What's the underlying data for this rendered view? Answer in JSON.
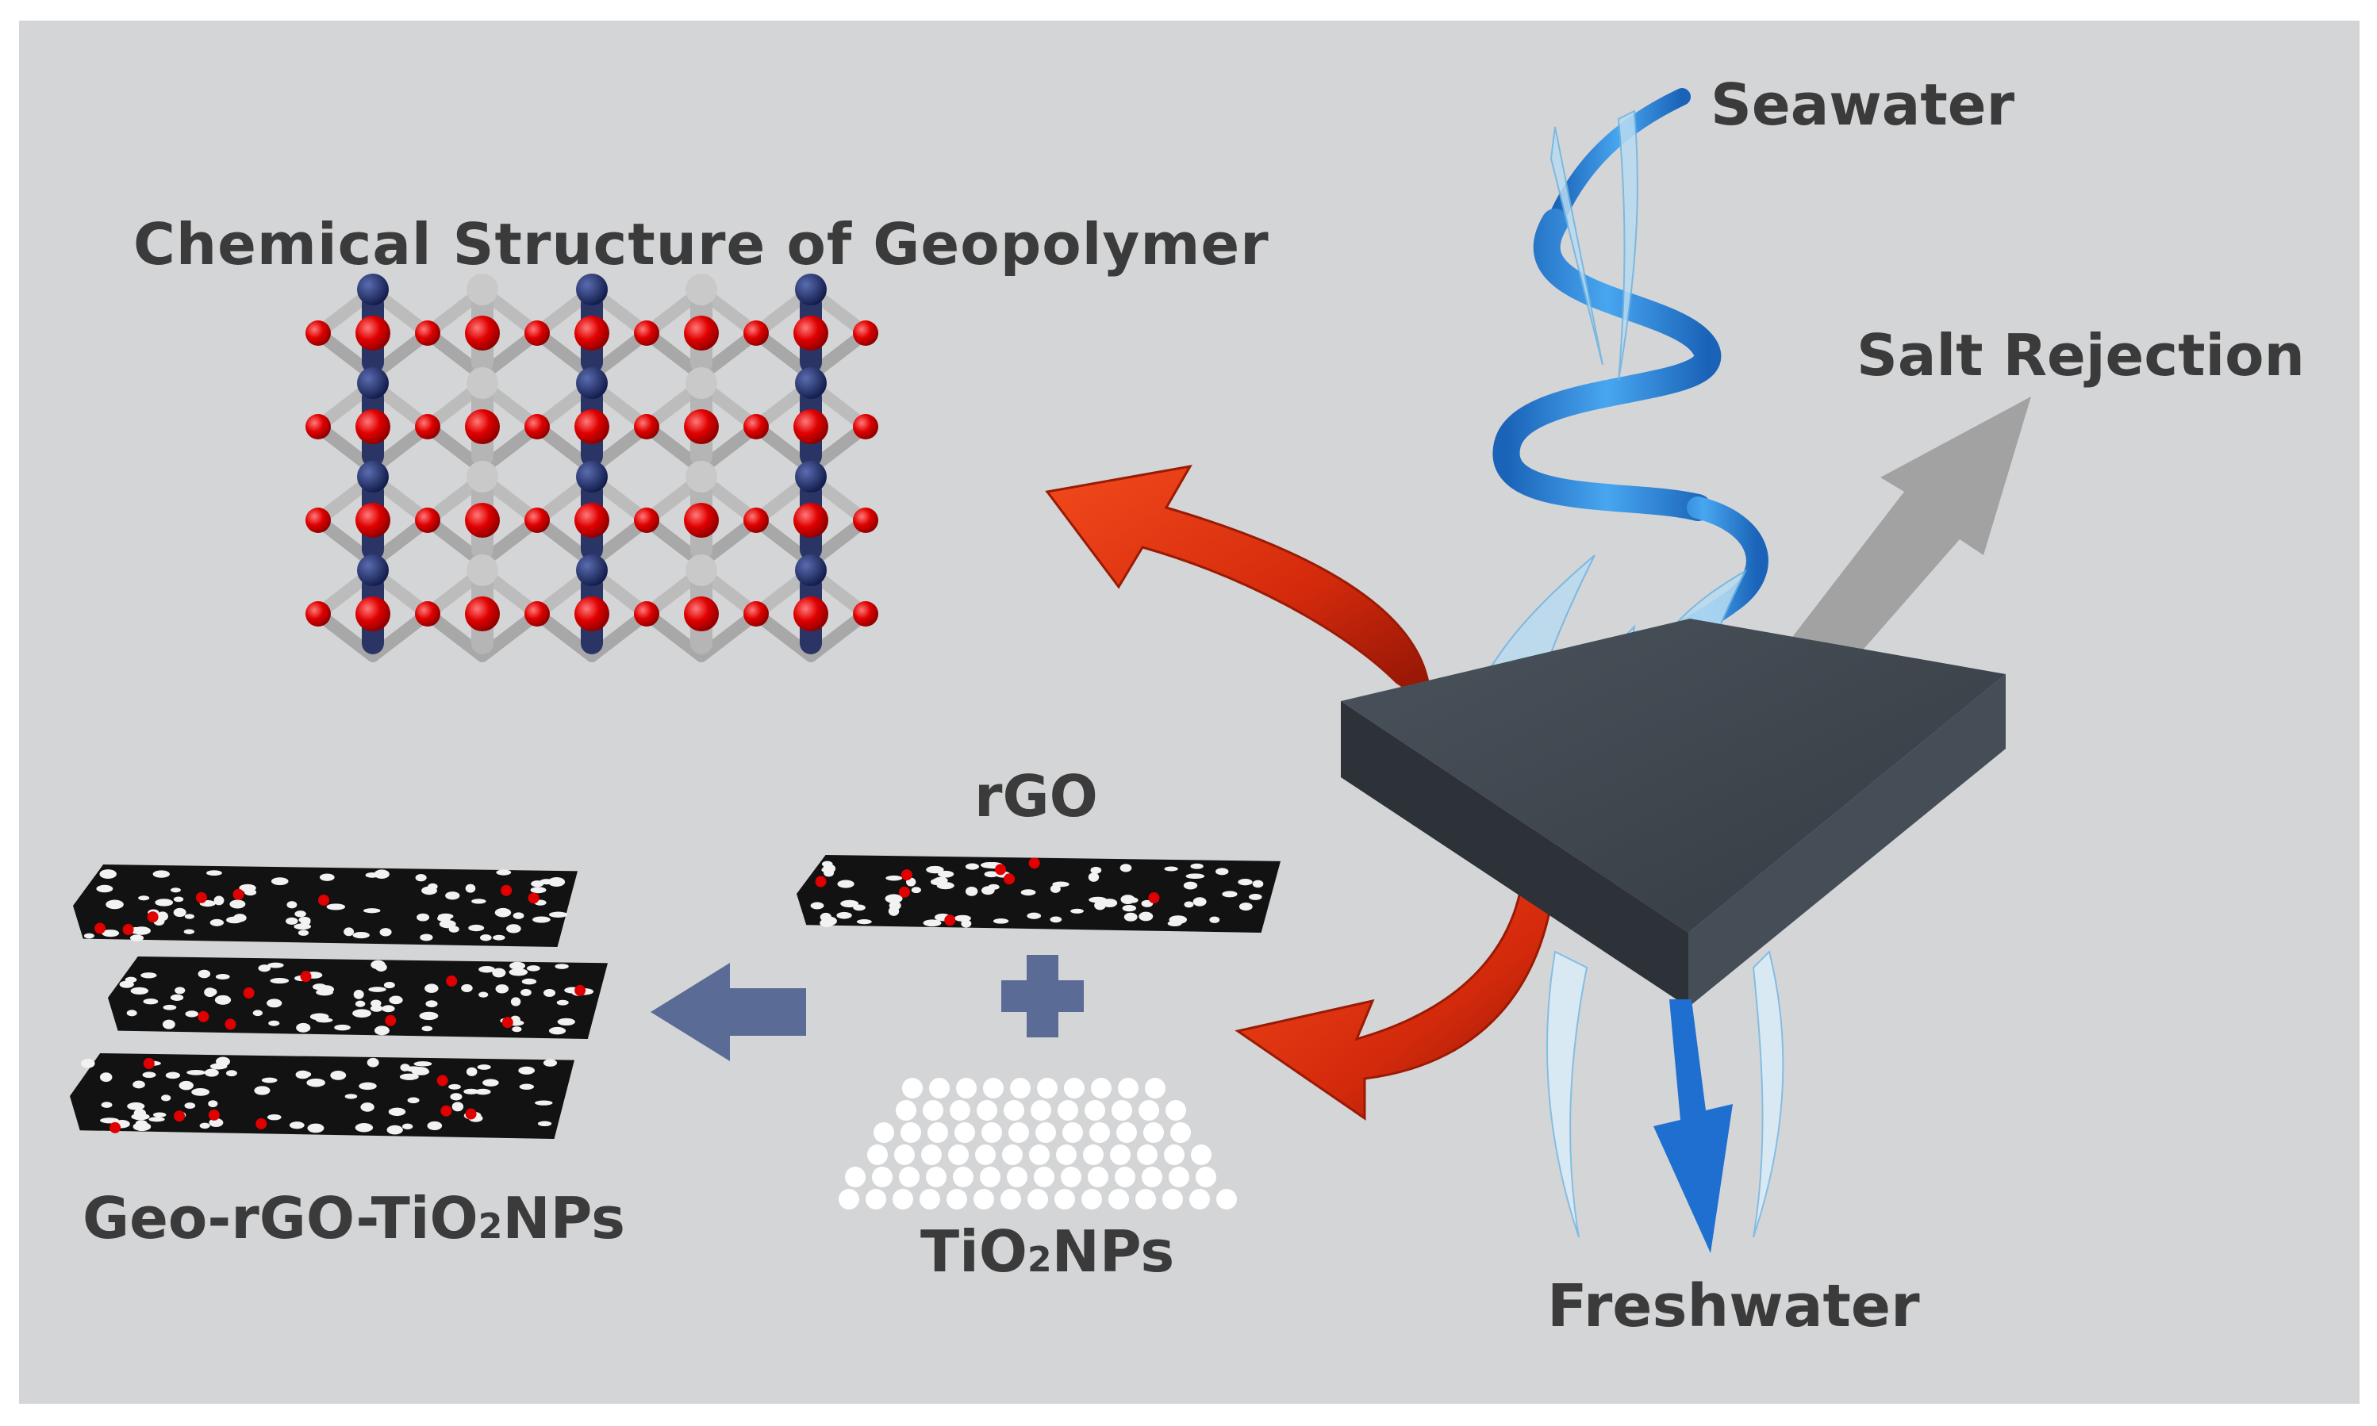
{
  "labels": {
    "chemical_structure": "Chemical Structure of Geopolymer",
    "seawater": "Seawater",
    "salt_rejection": "Salt Rejection",
    "rgo": "rGO",
    "freshwater": "Freshwater",
    "geo_composite_prefix": "Geo-rGO-TiO",
    "geo_composite_sub": "2",
    "geo_composite_suffix": "NPs",
    "tio2_prefix": "TiO",
    "tio2_sub": "2",
    "tio2_suffix": "NPs"
  },
  "colors": {
    "background": "#d4d5d7",
    "label_text": "#3b3b3b",
    "oxygen_atom": "#e00000",
    "aluminum_atom": "#1d2b6b",
    "silicon_atom": "#c9c9c9",
    "bond": "#9a9a9a",
    "curved_arrow": "#d42a0c",
    "process_arrow": "#5a6b96",
    "seawater_ribbon": "#2b86d8",
    "salt_arrow": "#9c9c9c",
    "membrane": "#3c444c",
    "sheet": "#111111"
  },
  "icons": {
    "membrane": "membrane-block",
    "lattice": "geopolymer-lattice",
    "process": "arrow-left"
  }
}
